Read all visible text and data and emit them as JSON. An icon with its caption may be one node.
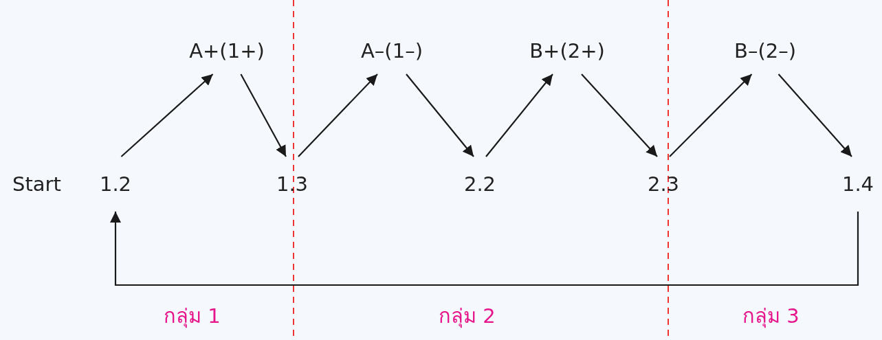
{
  "diagram": {
    "nodes": [
      {
        "text": [
          "A+(1+)"
        ]
      },
      {
        "text": [
          "A–(1–)"
        ]
      },
      {
        "text": [
          "B+(2+)"
        ]
      },
      {
        "text": [
          "B–(2–)"
        ]
      },
      {
        "text": [
          "1.2"
        ]
      },
      {
        "text": [
          "1.3"
        ]
      },
      {
        "text": [
          "2.2"
        ]
      },
      {
        "text": [
          "2.3"
        ]
      },
      {
        "text": [
          "1.4"
        ]
      }
    ],
    "edges": [
      {
        "from": 4,
        "to": 0,
        "arrow": "to"
      },
      {
        "from": 0,
        "to": 5,
        "arrow": "to"
      },
      {
        "from": 5,
        "to": 1,
        "arrow": "to"
      },
      {
        "from": 1,
        "to": 6,
        "arrow": "to"
      },
      {
        "from": 6,
        "to": 2,
        "arrow": "to"
      },
      {
        "from": 2,
        "to": 7,
        "arrow": "to"
      },
      {
        "from": 7,
        "to": 3,
        "arrow": "to"
      },
      {
        "from": 3,
        "to": 8,
        "arrow": "to"
      },
      {
        "from": 8,
        "to": 4,
        "arrow": "to"
      }
    ],
    "labels": [
      "Start",
      "กลุ่ม 1",
      "กลุ่ม 2",
      "กลุ่ม 3"
    ]
  }
}
